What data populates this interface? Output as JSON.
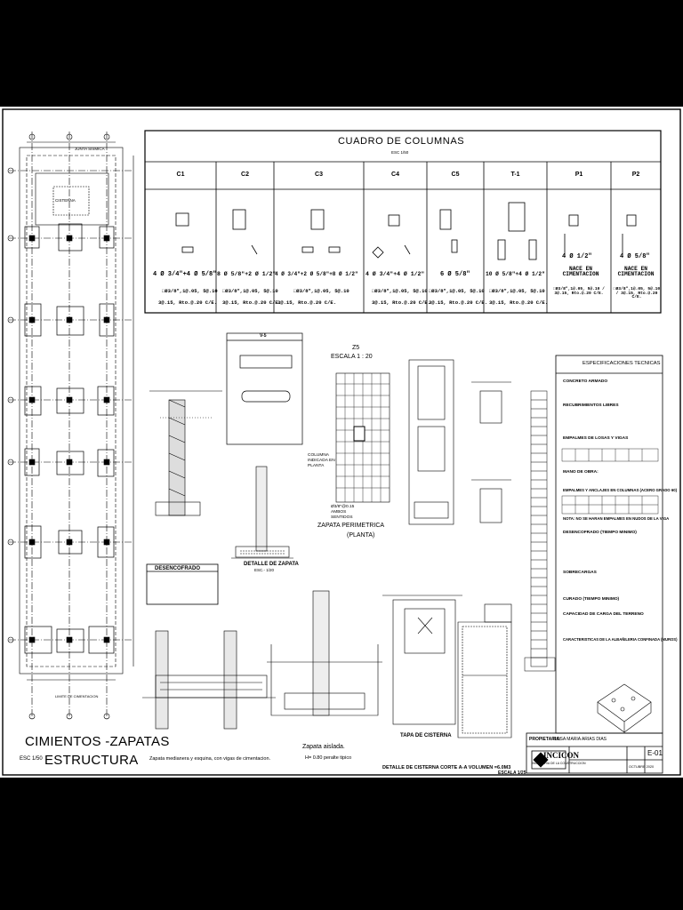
{
  "sheet": {
    "plan_title": "CIMIENTOS -ZAPATAS",
    "plan_scale": "ESC 1/50",
    "plan_subtitle": "ESTRUCTURA",
    "plan_labels": {
      "cisterna": "CISTERNA",
      "junta_sismica": "JUNTA SISMICA",
      "limite": "LIMITE DE CIMENTACION"
    }
  },
  "columns_table": {
    "title": "CUADRO DE  COLUMNAS",
    "scale": "ESC 1/50",
    "columns": [
      {
        "header": "C1",
        "steel": "4 Ø 3/4\"+4 Ø 5/8\"",
        "stirrups": "□Ø3/8\",1@.05, 5@.10",
        "spacing": "3@.15, Rto.@.20 C/E."
      },
      {
        "header": "C2",
        "steel": "8 Ø 5/8\"+2 Ø 1/2\"",
        "stirrups": "□Ø3/8\",1@.05, 5@.10",
        "spacing": "3@.15, Rto.@.20 C/E."
      },
      {
        "header": "C3",
        "steel": "4 Ø 3/4\"+2 Ø 5/8\"+8 Ø 1/2\"",
        "stirrups": "□Ø3/8\",1@.05, 5@.10",
        "spacing": "3@.15, Rto.@.20 C/E."
      },
      {
        "header": "C4",
        "steel": "4 Ø 3/4\"+4 Ø 1/2\"",
        "stirrups": "□Ø3/8\",1@.05, 5@.10",
        "spacing": "3@.15, Rto.@.20 C/E."
      },
      {
        "header": "C5",
        "steel": "6 Ø 5/8\"",
        "stirrups": "□Ø3/8\",1@.05, 5@.10",
        "spacing": "3@.15, Rto.@.20 C/E."
      },
      {
        "header": "T-1",
        "steel": "10 Ø 5/8\"+4 Ø 1/2\"",
        "stirrups": "□Ø3/8\",1@.05, 5@.10",
        "spacing": "3@.15, Rto.@.20 C/E."
      },
      {
        "header": "P1",
        "steel": "4 Ø 1/2\"",
        "stirrups": "NACE EN CIMENTACION",
        "spacing": "□Ø3/8\",1@.05, 5@.10 / 3@.15, Rto.@.20 C/E."
      },
      {
        "header": "P2",
        "steel": "4 Ø 5/8\"",
        "stirrups": "NACE EN CIMENTACION",
        "spacing": "□Ø3/8\",1@.05, 5@.10 / 3@.15, Rto.@.20 C/E."
      }
    ]
  },
  "details": {
    "v5_title": "V-5",
    "zapata_z5": "Z5",
    "zapata_scale": "ESCALA 1 : 20",
    "columna_indicada": "COLUMNA INDICADA EN PLANTA",
    "ambos_sentidos": "Ø3/8\"@0.15 AMBOS SENTIDOS",
    "zapata_perimetrica": "ZAPATA PERIMETRICA",
    "planta": "(PLANTA)",
    "detalle_zapata": "DETALLE DE ZAPATA",
    "detalle_zapata_scale": "ESC.- 1/20",
    "desencofrado": "DESENCOFRADO",
    "zapata_medianera": "Zapata medianera y esquina, con vigas de cimentacion.",
    "zapata_aislada": "Zapata aislada.",
    "zapata_aislada_note": "H= 0.80 peralte tipico",
    "tapa_cisterna": "TAPA DE CISTERNA",
    "cisterna_caption": "DETALLE DE CISTERNA CORTE A-A   VOLUMEN =6.0M3",
    "cisterna_scale": "ESCALA 1/25"
  },
  "specs": {
    "title": "ESPECIFICACIONES     TECNICAS",
    "lines": [
      "CONCRETO ARMADO",
      "RECUBRIMIENTOS LIBRES",
      "EMPALMES DE LOSAS Y VIGAS",
      "MANO DE OBRA:",
      "EMPALMES Y ANCLAJES EN COLUMNAS (ACERO GRADO 60)",
      "NOTA: NO SE HARAN EMPALMES EN NUDOS DE LA VIGA",
      "DESENCOFRADO (TIEMPO MINIMO)",
      "SOBRECARGAS",
      "CURADO (TIEMPO MINIMO)",
      "CAPACIDAD DE CARGA DEL TERRENO",
      "CARACTERISTICAS DE LA ALBAÑILERIA CONFINADA (MUROS)"
    ]
  },
  "title_block": {
    "propietaria_label": "PROPIETARIA:",
    "propietaria_name": "ROSA MARIA ARIAS DIAS",
    "company": "INCICON",
    "company_sub": "INGENIERIA DE LA CONSTRUCCION",
    "sheet_code": "E-01",
    "date": "OCTUBRE 2020"
  }
}
